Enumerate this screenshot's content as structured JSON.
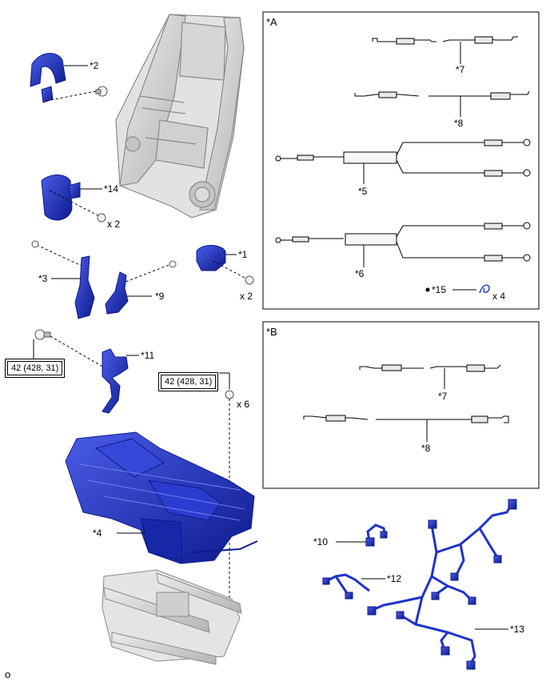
{
  "panels": {
    "a_title": "*A",
    "b_title": "*B"
  },
  "callouts": {
    "c1": "*1",
    "c2": "*2",
    "c3": "*3",
    "c4": "*4",
    "c5": "*5",
    "c6": "*6",
    "c7a": "*7",
    "c8a": "*8",
    "c7b": "*7",
    "c8b": "*8",
    "c9": "*9",
    "c10": "*10",
    "c11": "*11",
    "c12": "*12",
    "c13": "*13",
    "c14": "*14",
    "c15": "*15"
  },
  "quantities": {
    "q14": "x 2",
    "q1": "x 2",
    "q15": "x 4",
    "q_bolts": "x 6"
  },
  "torque": {
    "left": "42 (428, 31)",
    "right": "42 (428, 31)"
  },
  "figure_id": "o",
  "colors": {
    "part_blue": "#1f33c8",
    "part_dark": "#0d1a8c",
    "frame_gray": "#c8c8c8",
    "frame_line": "#8a8a8a",
    "line": "#000000"
  }
}
